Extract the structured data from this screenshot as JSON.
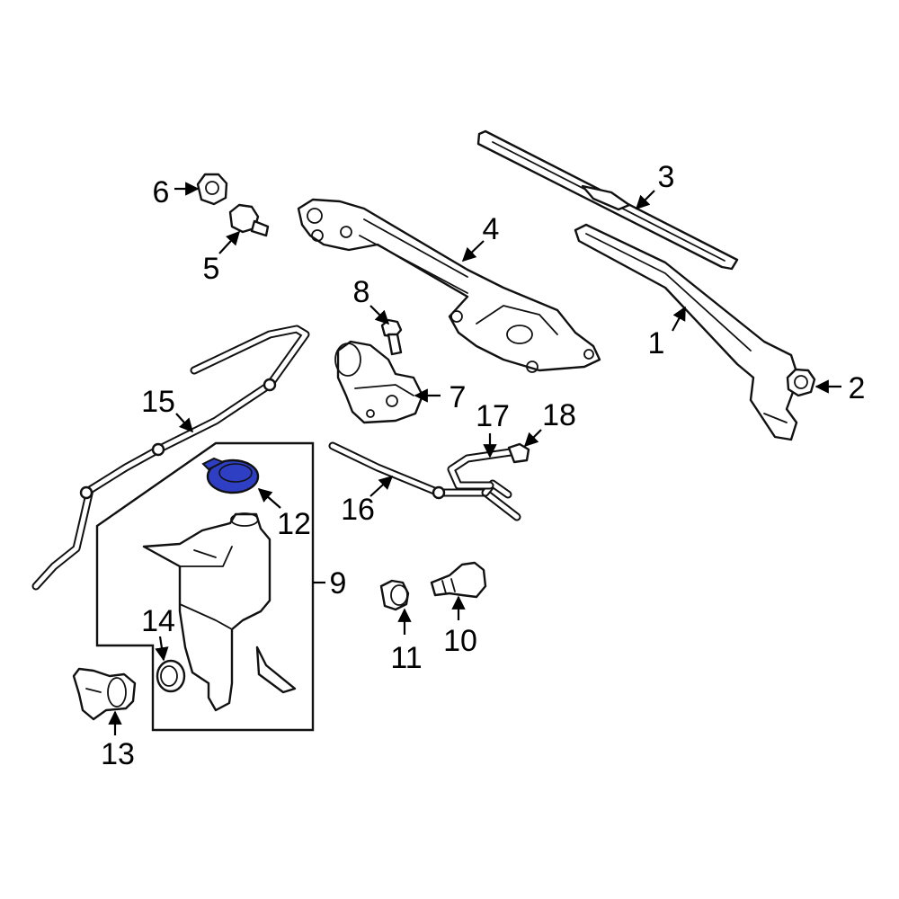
{
  "colors": {
    "highlight": "#2f3fc4",
    "line": "#111111",
    "background": "#ffffff"
  },
  "callouts": {
    "c1": "1",
    "c2": "2",
    "c3": "3",
    "c4": "4",
    "c5": "5",
    "c6": "6",
    "c7": "7",
    "c8": "8",
    "c9": "9",
    "c10": "10",
    "c11": "11",
    "c12": "12",
    "c13": "13",
    "c14": "14",
    "c15": "15",
    "c16": "16",
    "c17": "17",
    "c18": "18"
  }
}
